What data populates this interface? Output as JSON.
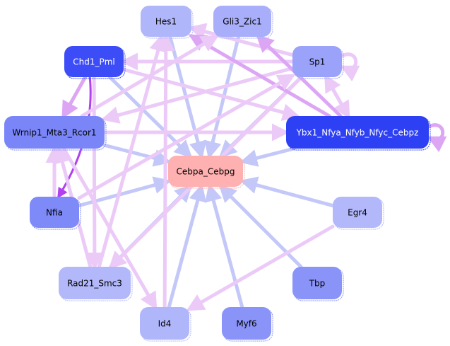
{
  "colors": {
    "target_fill": "#ffb0b0",
    "edge_regulates": "#c4c8f8",
    "edge_coreg": "#eccaf8",
    "edge_coreg_mid": "#dca6f4",
    "edge_strong": "#b040f0"
  },
  "nodes": [
    {
      "id": "Hes1",
      "label": "Hes1",
      "fill": "#b0b6fa",
      "text": "#000000"
    },
    {
      "id": "Gli3_Zic1",
      "label": "Gli3_Zic1",
      "fill": "#a8aefa",
      "text": "#000000"
    },
    {
      "id": "Chd1_Pml",
      "label": "Chd1_Pml",
      "fill": "#3c4cf6",
      "text": "#ffffff"
    },
    {
      "id": "Sp1",
      "label": "Sp1",
      "fill": "#9aa2fa",
      "text": "#000000"
    },
    {
      "id": "Wrnip1_Mta3_Rcor1",
      "label": "Wrnip1_Mta3_Rcor1",
      "fill": "#7a86f8",
      "text": "#000000"
    },
    {
      "id": "Ybx1_Nfya_Nfyb_Nfyc_Cebpz",
      "label": "Ybx1_Nfya_Nfyb_Nfyc_Cebpz",
      "fill": "#2e40f4",
      "text": "#ffffff"
    },
    {
      "id": "Cebpa_Cebpg",
      "label": "Cebpa_Cebpg",
      "fill": "#ffb0b0",
      "text": "#000000"
    },
    {
      "id": "Nfia",
      "label": "Nfia",
      "fill": "#7e8af8",
      "text": "#000000"
    },
    {
      "id": "Egr4",
      "label": "Egr4",
      "fill": "#b2b8fa",
      "text": "#000000"
    },
    {
      "id": "Rad21_Smc3",
      "label": "Rad21_Smc3",
      "fill": "#b2b8fa",
      "text": "#000000"
    },
    {
      "id": "Tbp",
      "label": "Tbp",
      "fill": "#8a94f8",
      "text": "#000000"
    },
    {
      "id": "Id4",
      "label": "Id4",
      "fill": "#b0b6fa",
      "text": "#000000"
    },
    {
      "id": "Myf6",
      "label": "Myf6",
      "fill": "#8a94f8",
      "text": "#000000"
    }
  ],
  "edges": [
    {
      "from": "Hes1",
      "to": "Cebpa_Cebpg",
      "type": "regulates"
    },
    {
      "from": "Gli3_Zic1",
      "to": "Cebpa_Cebpg",
      "type": "regulates"
    },
    {
      "from": "Chd1_Pml",
      "to": "Cebpa_Cebpg",
      "type": "regulates"
    },
    {
      "from": "Sp1",
      "to": "Cebpa_Cebpg",
      "type": "regulates"
    },
    {
      "from": "Wrnip1_Mta3_Rcor1",
      "to": "Cebpa_Cebpg",
      "type": "regulates"
    },
    {
      "from": "Ybx1_Nfya_Nfyb_Nfyc_Cebpz",
      "to": "Cebpa_Cebpg",
      "type": "regulates"
    },
    {
      "from": "Nfia",
      "to": "Cebpa_Cebpg",
      "type": "regulates"
    },
    {
      "from": "Egr4",
      "to": "Cebpa_Cebpg",
      "type": "regulates"
    },
    {
      "from": "Rad21_Smc3",
      "to": "Cebpa_Cebpg",
      "type": "regulates"
    },
    {
      "from": "Tbp",
      "to": "Cebpa_Cebpg",
      "type": "regulates"
    },
    {
      "from": "Id4",
      "to": "Cebpa_Cebpg",
      "type": "regulates"
    },
    {
      "from": "Myf6",
      "to": "Cebpa_Cebpg",
      "type": "regulates"
    },
    {
      "from": "Sp1",
      "to": "Chd1_Pml",
      "type": "coreg"
    },
    {
      "from": "Sp1",
      "to": "Sp1",
      "type": "coreg"
    },
    {
      "from": "Sp1",
      "to": "Ybx1_Nfya_Nfyb_Nfyc_Cebpz",
      "type": "coreg"
    },
    {
      "from": "Sp1",
      "to": "Hes1",
      "type": "coreg"
    },
    {
      "from": "Sp1",
      "to": "Wrnip1_Mta3_Rcor1",
      "type": "coreg"
    },
    {
      "from": "Sp1",
      "to": "Rad21_Smc3",
      "type": "coreg"
    },
    {
      "from": "Ybx1_Nfya_Nfyb_Nfyc_Cebpz",
      "to": "Ybx1_Nfya_Nfyb_Nfyc_Cebpz",
      "type": "coreg_mid"
    },
    {
      "from": "Ybx1_Nfya_Nfyb_Nfyc_Cebpz",
      "to": "Gli3_Zic1",
      "type": "coreg_mid"
    },
    {
      "from": "Ybx1_Nfya_Nfyb_Nfyc_Cebpz",
      "to": "Hes1",
      "type": "coreg_mid"
    },
    {
      "from": "Ybx1_Nfya_Nfyb_Nfyc_Cebpz",
      "to": "Sp1",
      "type": "coreg"
    },
    {
      "from": "Chd1_Pml",
      "to": "Wrnip1_Mta3_Rcor1",
      "type": "coreg_mid"
    },
    {
      "from": "Chd1_Pml",
      "to": "Ybx1_Nfya_Nfyb_Nfyc_Cebpz",
      "type": "coreg"
    },
    {
      "from": "Chd1_Pml",
      "to": "Nfia",
      "type": "strong"
    },
    {
      "from": "Chd1_Pml",
      "to": "Rad21_Smc3",
      "type": "coreg"
    },
    {
      "from": "Wrnip1_Mta3_Rcor1",
      "to": "Ybx1_Nfya_Nfyb_Nfyc_Cebpz",
      "type": "coreg"
    },
    {
      "from": "Wrnip1_Mta3_Rcor1",
      "to": "Id4",
      "type": "coreg"
    },
    {
      "from": "Wrnip1_Mta3_Rcor1",
      "to": "Gli3_Zic1",
      "type": "coreg"
    },
    {
      "from": "Nfia",
      "to": "Wrnip1_Mta3_Rcor1",
      "type": "coreg"
    },
    {
      "from": "Nfia",
      "to": "Sp1",
      "type": "coreg"
    },
    {
      "from": "Rad21_Smc3",
      "to": "Hes1",
      "type": "coreg"
    },
    {
      "from": "Rad21_Smc3",
      "to": "Wrnip1_Mta3_Rcor1",
      "type": "coreg"
    },
    {
      "from": "Id4",
      "to": "Hes1",
      "type": "coreg"
    },
    {
      "from": "Egr4",
      "to": "Id4",
      "type": "coreg"
    }
  ]
}
